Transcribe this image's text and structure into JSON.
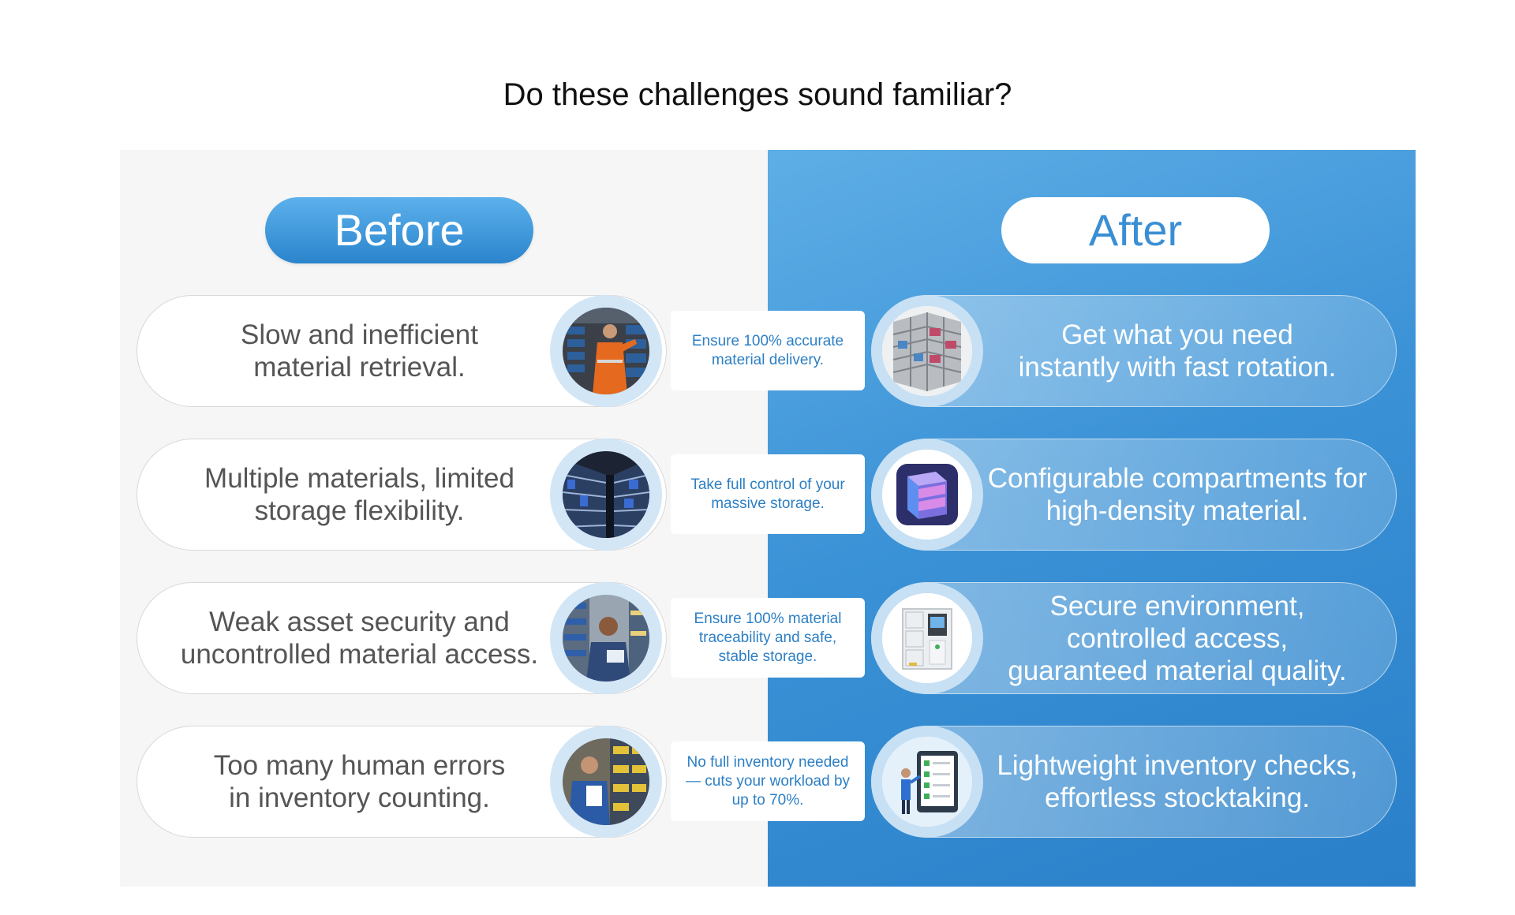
{
  "title": "Do these challenges sound familiar?",
  "before_label": "Before",
  "after_label": "After",
  "rows": [
    {
      "challenge": [
        "Slow and inefficient",
        "material retrieval."
      ],
      "challenge_icon": "worker-retrieving-parts-photo",
      "benefit": [
        "Ensure 100% accurate",
        "material delivery."
      ],
      "solution_icon": "rotating-storage-carousel-image",
      "solution": [
        "Get what you need",
        "instantly with fast rotation."
      ]
    },
    {
      "challenge": [
        "Multiple materials, limited",
        "storage flexibility."
      ],
      "challenge_icon": "warehouse-shelves-photo",
      "benefit": [
        "Take full control of your",
        "massive storage."
      ],
      "solution_icon": "compartment-cube-icon",
      "solution": [
        "Configurable compartments for",
        "high-density material."
      ]
    },
    {
      "challenge": [
        "Weak asset security and",
        "uncontrolled material access."
      ],
      "challenge_icon": "worker-with-tablet-photo",
      "benefit": [
        "Ensure 100% material",
        "traceability and safe,",
        "stable storage."
      ],
      "solution_icon": "smart-locker-cabinet-image",
      "solution": [
        "Secure environment,",
        "controlled access,",
        "guaranteed material quality."
      ]
    },
    {
      "challenge": [
        "Too many human errors",
        "in inventory counting."
      ],
      "challenge_icon": "worker-counting-inventory-photo",
      "benefit": [
        "No full inventory needed",
        "— cuts your workload by",
        "up to 70%."
      ],
      "solution_icon": "checklist-tablet-illustration",
      "solution": [
        "Lightweight inventory checks,",
        "effortless stocktaking."
      ]
    }
  ],
  "colors": {
    "accent_blue": "#2c7fc4",
    "panel_gradient_top": "#5eaee6",
    "panel_gradient_bottom": "#2a80c9",
    "before_panel": "#f6f6f6"
  }
}
